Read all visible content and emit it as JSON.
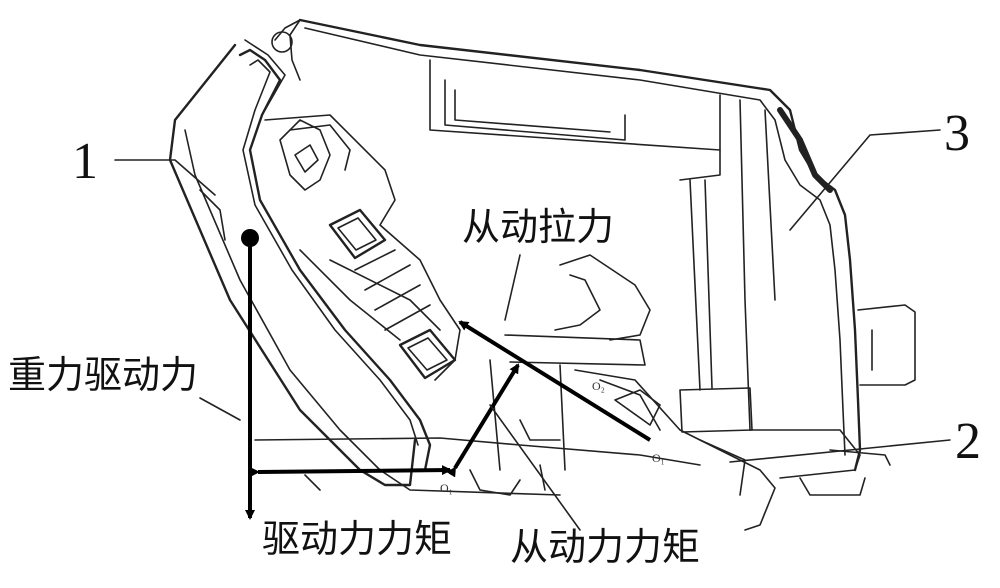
{
  "labels": {
    "part1": "1",
    "part2": "2",
    "part3": "3",
    "gravity_force": "重力驱动力",
    "driven_pull": "从动拉力",
    "drive_torque": "驱动力力矩",
    "driven_torque": "从动力力矩",
    "o_small_a": "O₁",
    "o_small_b": "O₂",
    "o_small_c": "O₁"
  }
}
